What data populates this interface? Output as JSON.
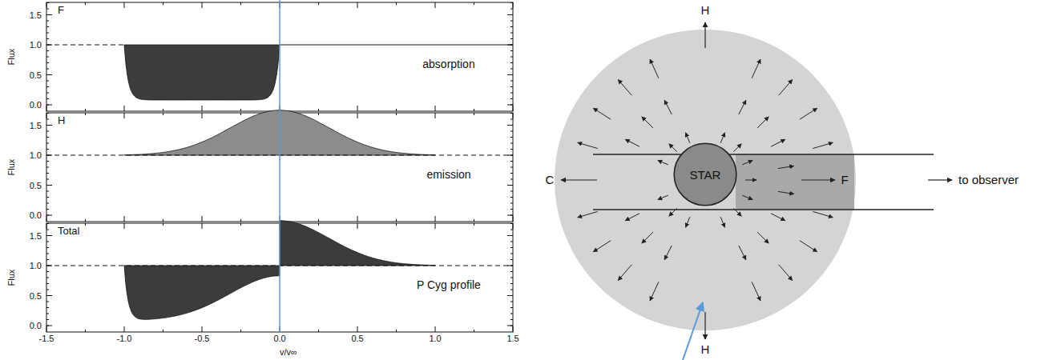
{
  "diagram": {
    "nodes": [
      {
        "text": [
          "STAR"
        ]
      }
    ],
    "labels": [
      "F",
      "absorption",
      "Flux",
      "0.0",
      "0.5",
      "1.0",
      "1.5",
      "H",
      "emission",
      "Flux",
      "0.0",
      "0.5",
      "1.0",
      "1.5",
      "Total",
      "P Cyg profile",
      "Flux",
      "0.0",
      "0.5",
      "1.0",
      "1.5",
      "-1.5",
      "-1.0",
      "-0.5",
      "0.0",
      "0.5",
      "1.0",
      "1.5",
      "v/v∞",
      "H",
      "H",
      "C",
      "F",
      "to observer"
    ]
  }
}
